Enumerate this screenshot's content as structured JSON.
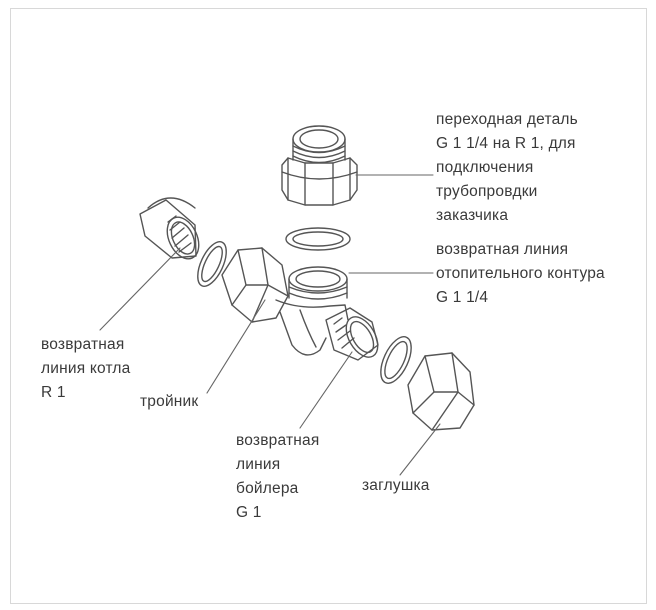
{
  "labels": {
    "adapter": {
      "lines": [
        "переходная деталь",
        "G 1 1/4 на R 1, для",
        "подключения",
        "трубопровдки",
        "заказчика"
      ]
    },
    "heating_return": {
      "lines": [
        "возвратная линия",
        "отопительного контура",
        "G 1 1/4"
      ]
    },
    "boiler_return": {
      "lines": [
        "возвратная",
        "линия котла",
        "R 1"
      ]
    },
    "tee": {
      "lines": [
        "тройник"
      ]
    },
    "cylinder_return": {
      "lines": [
        "возвратная",
        "линия",
        "бойлера",
        "G 1"
      ]
    },
    "plug": {
      "lines": [
        "заглушка"
      ]
    }
  },
  "colors": {
    "line": "#555555",
    "background": "#ffffff",
    "text": "#3a3a3a"
  }
}
